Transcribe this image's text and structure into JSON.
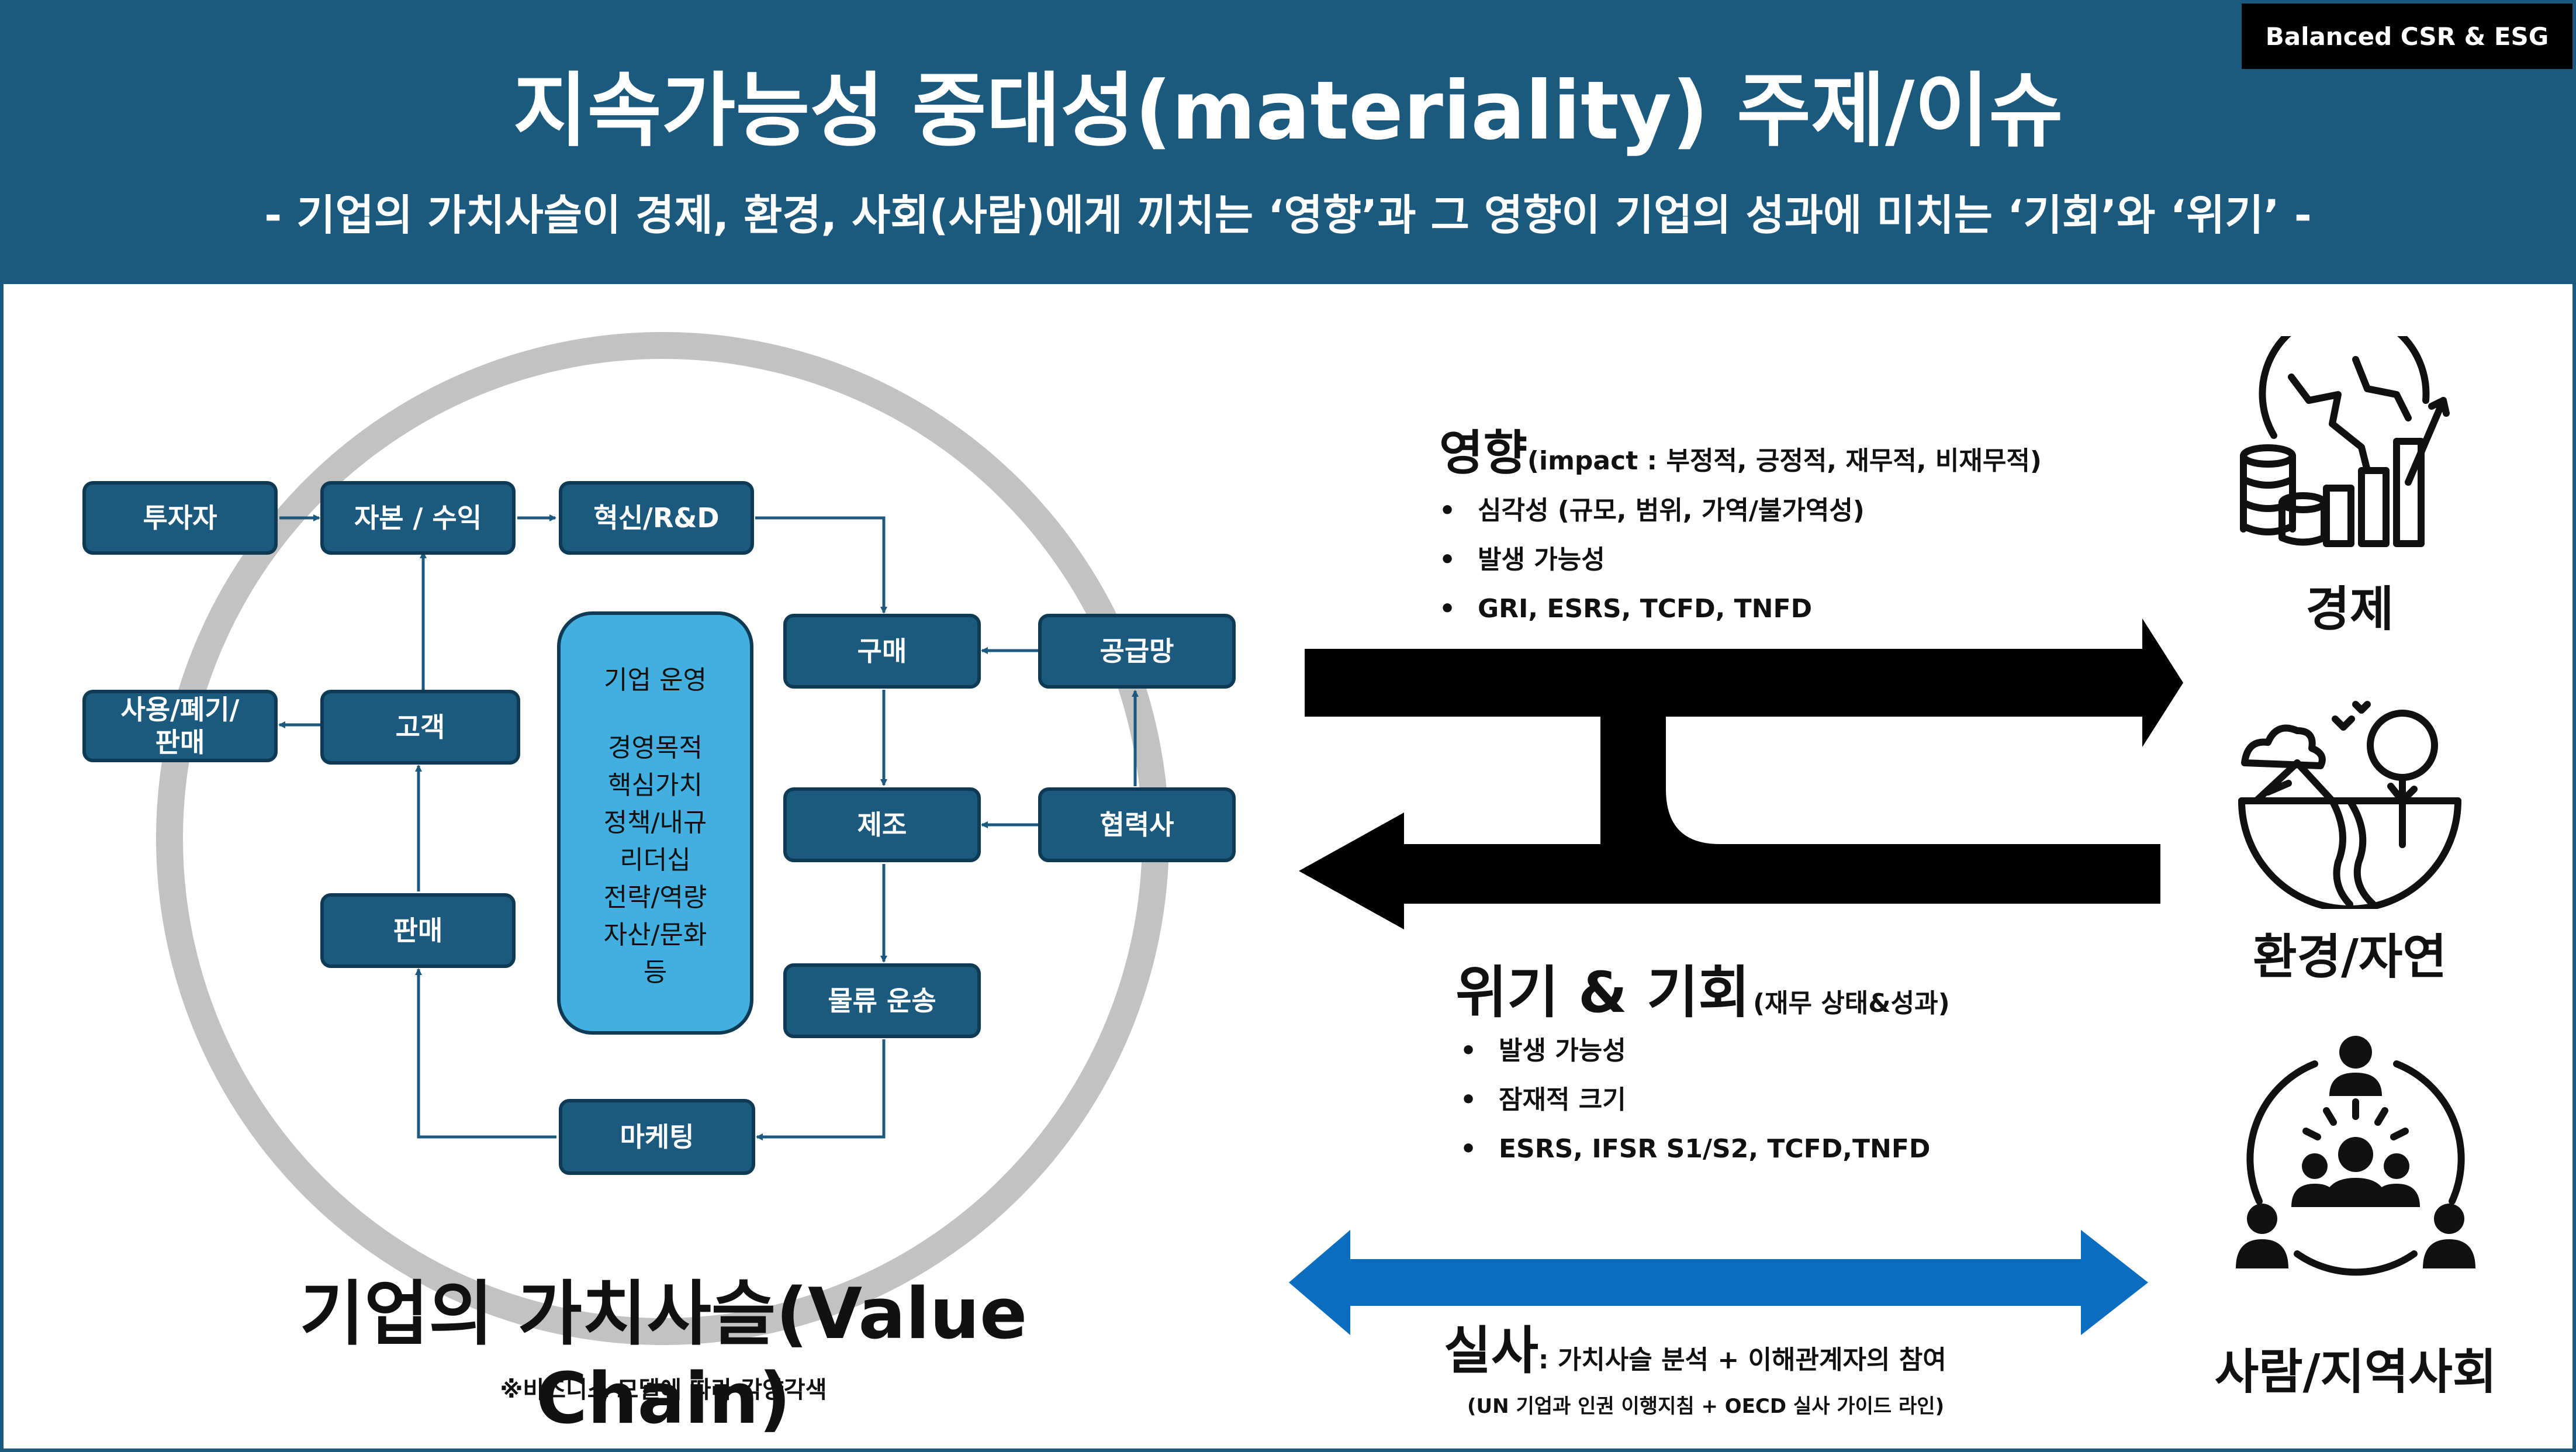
{
  "header": {
    "badge": "Balanced CSR & ESG",
    "title": "지속가능성 중대성(materiality) 주제/이슈",
    "subtitle": "- 기업의 가치사슬이 경제, 환경, 사회(사람)에게 끼치는 ‘영향’과 그 영향이 기업의 성과에 미치는 ‘기회’와 ‘위기’ -"
  },
  "value_chain": {
    "nodes": {
      "investor": "투자자",
      "capital": "자본 / 수익",
      "innovation": "혁신/R&D",
      "purchase": "구매",
      "supply": "공급망",
      "manufacture": "제조",
      "partner": "협력사",
      "logistics": "물류 운송",
      "marketing": "마케팅",
      "sales": "판매",
      "customer": "고객",
      "use": "사용/폐기/\n판매"
    },
    "core": {
      "title": "기업 운영",
      "lines": [
        "경영목적",
        "핵심가치",
        "정책/내규",
        "리더십",
        "전략/역량",
        "자산/문화",
        "등"
      ]
    },
    "title": "기업의 가치사슬(Value Chain)",
    "note": "※비즈니스 모델에 따라 각양각색"
  },
  "impact": {
    "title": "영향",
    "subtitle": "(impact : 부정적, 긍정적, 재무적, 비재무적)",
    "items": [
      "심각성 (규모, 범위, 가역/불가역성)",
      "발생 가능성",
      "GRI, ESRS, TCFD, TNFD"
    ]
  },
  "risk": {
    "title": "위기 & 기회",
    "subtitle": "(재무 상태&성과)",
    "items": [
      "발생 가능성",
      "잠재적 크기",
      "ESRS, IFSR S1/S2, TCFD,TNFD"
    ]
  },
  "due_diligence": {
    "title": "실사",
    "subtitle": ": 가치사슬 분석 + 이해관계자의 참여",
    "note": "(UN 기업과 인권 이행지침 + OECD 실사 가이드 라인)"
  },
  "categories": [
    {
      "label": "경제",
      "icon": "globe-growth-chart-icon"
    },
    {
      "label": "환경/자연",
      "icon": "nature-landscape-icon"
    },
    {
      "label": "사람/지역사회",
      "icon": "community-people-icon"
    }
  ],
  "colors": {
    "header": "#1b5a7e",
    "node": "#1b5a7e",
    "core": "#41afe0",
    "ring": "#c2c2c2",
    "double_arrow": "#0a6dbf"
  }
}
